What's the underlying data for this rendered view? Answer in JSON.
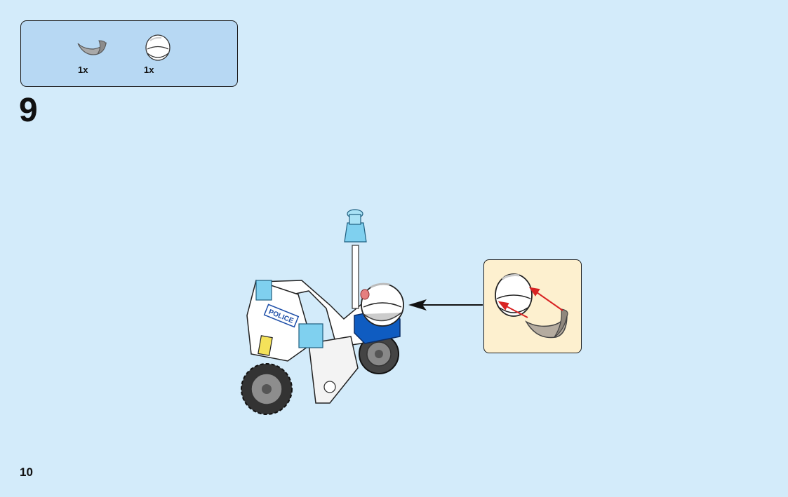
{
  "parts_list": {
    "items": [
      {
        "name": "visor",
        "quantity": "1x"
      },
      {
        "name": "helmet",
        "quantity": "1x"
      }
    ]
  },
  "step": {
    "number": "9"
  },
  "page": {
    "number": "10"
  },
  "colors": {
    "background": "#d3ebfa",
    "parts_box": "#b7d8f3",
    "callout": "#fdf0cf",
    "arrow": "#d82323",
    "trans_blue": "#7fd0ef",
    "blue": "#0f5cc1"
  },
  "model": {
    "decal_text": "POLICE"
  }
}
